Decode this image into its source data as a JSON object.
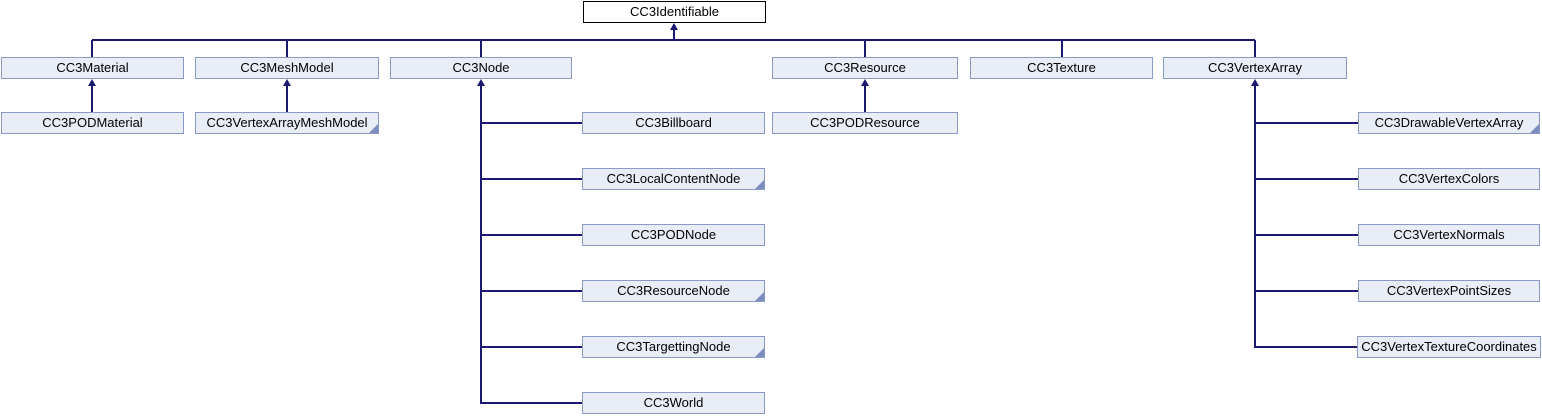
{
  "diagram": {
    "type": "class-inheritance-graph",
    "root_label": "CC3Identifiable",
    "colors": {
      "edge": "#191970",
      "node_fill": "#E8EDF6",
      "node_border": "#8A99C5",
      "root_fill": "#FFFFFF",
      "root_border": "#000000",
      "text": "#000000",
      "truncated_marker": "#7D8EBE"
    },
    "nodes": [
      {
        "id": "CC3Identifiable",
        "label": "CC3Identifiable",
        "parent": null,
        "root": true,
        "truncated": false
      },
      {
        "id": "CC3Material",
        "label": "CC3Material",
        "parent": "CC3Identifiable",
        "root": false,
        "truncated": false
      },
      {
        "id": "CC3MeshModel",
        "label": "CC3MeshModel",
        "parent": "CC3Identifiable",
        "root": false,
        "truncated": false
      },
      {
        "id": "CC3Node",
        "label": "CC3Node",
        "parent": "CC3Identifiable",
        "root": false,
        "truncated": false
      },
      {
        "id": "CC3Resource",
        "label": "CC3Resource",
        "parent": "CC3Identifiable",
        "root": false,
        "truncated": false
      },
      {
        "id": "CC3Texture",
        "label": "CC3Texture",
        "parent": "CC3Identifiable",
        "root": false,
        "truncated": false
      },
      {
        "id": "CC3VertexArray",
        "label": "CC3VertexArray",
        "parent": "CC3Identifiable",
        "root": false,
        "truncated": false
      },
      {
        "id": "CC3PODMaterial",
        "label": "CC3PODMaterial",
        "parent": "CC3Material",
        "root": false,
        "truncated": false
      },
      {
        "id": "CC3VertexArrayMeshModel",
        "label": "CC3VertexArrayMeshModel",
        "parent": "CC3MeshModel",
        "root": false,
        "truncated": true
      },
      {
        "id": "CC3Billboard",
        "label": "CC3Billboard",
        "parent": "CC3Node",
        "root": false,
        "truncated": false
      },
      {
        "id": "CC3LocalContentNode",
        "label": "CC3LocalContentNode",
        "parent": "CC3Node",
        "root": false,
        "truncated": true
      },
      {
        "id": "CC3PODNode",
        "label": "CC3PODNode",
        "parent": "CC3Node",
        "root": false,
        "truncated": false
      },
      {
        "id": "CC3ResourceNode",
        "label": "CC3ResourceNode",
        "parent": "CC3Node",
        "root": false,
        "truncated": true
      },
      {
        "id": "CC3TargettingNode",
        "label": "CC3TargettingNode",
        "parent": "CC3Node",
        "root": false,
        "truncated": true
      },
      {
        "id": "CC3World",
        "label": "CC3World",
        "parent": "CC3Node",
        "root": false,
        "truncated": false
      },
      {
        "id": "CC3PODResource",
        "label": "CC3PODResource",
        "parent": "CC3Resource",
        "root": false,
        "truncated": false
      },
      {
        "id": "CC3DrawableVertexArray",
        "label": "CC3DrawableVertexArray",
        "parent": "CC3VertexArray",
        "root": false,
        "truncated": true
      },
      {
        "id": "CC3VertexColors",
        "label": "CC3VertexColors",
        "parent": "CC3VertexArray",
        "root": false,
        "truncated": false
      },
      {
        "id": "CC3VertexNormals",
        "label": "CC3VertexNormals",
        "parent": "CC3VertexArray",
        "root": false,
        "truncated": false
      },
      {
        "id": "CC3VertexPointSizes",
        "label": "CC3VertexPointSizes",
        "parent": "CC3VertexArray",
        "root": false,
        "truncated": false
      },
      {
        "id": "CC3VertexTextureCoordinates",
        "label": "CC3VertexTextureCoordinates",
        "parent": "CC3VertexArray",
        "root": false,
        "truncated": false
      }
    ]
  }
}
